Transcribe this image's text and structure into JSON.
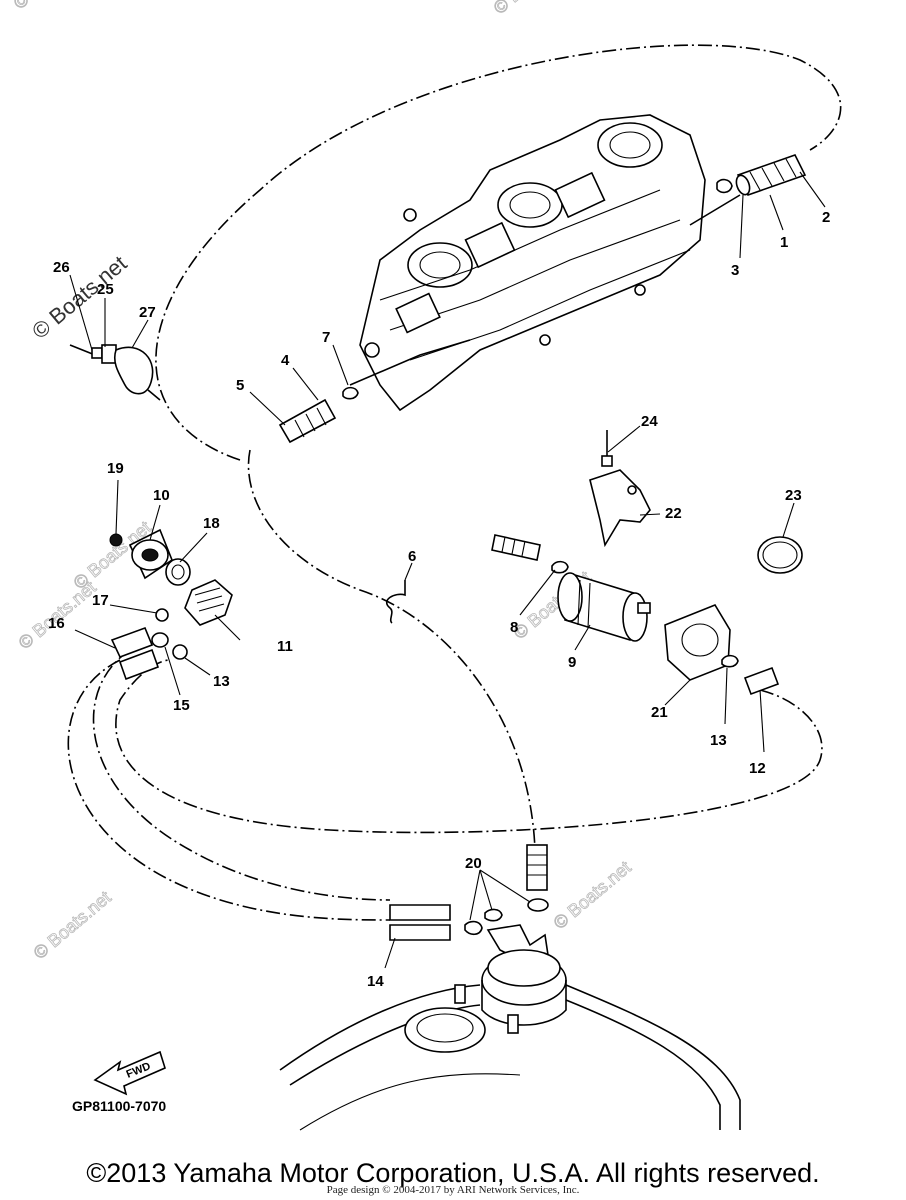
{
  "diagram": {
    "part_code": "GP81100-7070",
    "fwd_label": "FWD",
    "watermark": "© Boats.net",
    "callouts": [
      "1",
      "2",
      "3",
      "4",
      "5",
      "6",
      "7",
      "8",
      "9",
      "10",
      "11",
      "12",
      "13",
      "13",
      "14",
      "15",
      "16",
      "17",
      "18",
      "19",
      "20",
      "21",
      "22",
      "23",
      "24",
      "25",
      "26",
      "27"
    ]
  },
  "footer": {
    "copyright": "©2013 Yamaha Motor Corporation, U.S.A. All rights reserved.",
    "design_credit": "Page design © 2004-2017 by ARI Network Services, Inc."
  }
}
